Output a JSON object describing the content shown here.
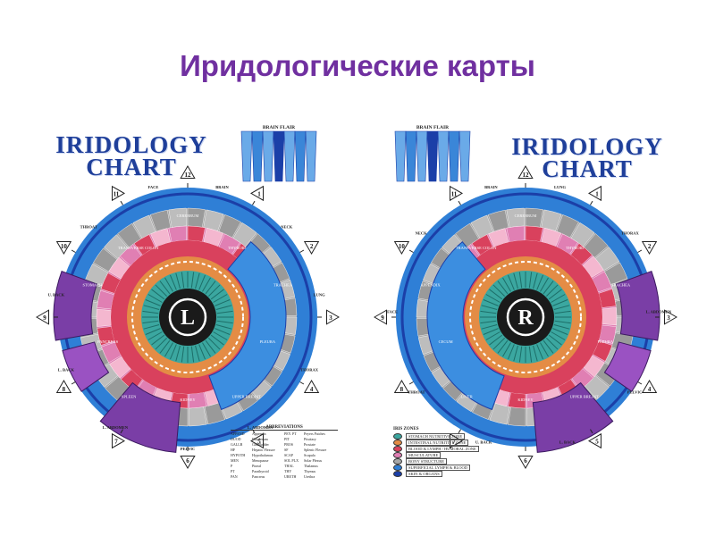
{
  "slide": {
    "title": "Иридологические карты"
  },
  "left_chart": {
    "title_line1": "IRIDOLOGY",
    "title_line2": "CHART",
    "eye_letter": "L",
    "brain_flair": "BRAIN FLAIR",
    "zone_numbers": [
      "12",
      "1",
      "2",
      "3",
      "4",
      "5",
      "6",
      "7",
      "8",
      "9",
      "10",
      "11"
    ],
    "outer_labels": [
      "BRAIN",
      "NECK",
      "LUNG",
      "THORAX",
      "L. ABDOMEN",
      "PELVIC",
      "L. ABDOMEN",
      "L. BACK",
      "U. BACK",
      "THROAT",
      "FACE"
    ],
    "inner_labels": [
      "CEREBRUM",
      "THYROID",
      "TRACHEA",
      "PLEURA",
      "UPPER BREAST",
      "KIDNEY",
      "SPLEEN",
      "PANCREAS",
      "STOMACH",
      "TRANSVERSE COLON"
    ]
  },
  "right_chart": {
    "title_line1": "IRIDOLOGY",
    "title_line2": "CHART",
    "eye_letter": "R",
    "brain_flair": "BRAIN FLAIR",
    "zone_numbers": [
      "12",
      "1",
      "2",
      "3",
      "4",
      "5",
      "6",
      "7",
      "8",
      "9",
      "10",
      "11"
    ],
    "outer_labels": [
      "BRAIN",
      "NECK",
      "FACE",
      "THROAT",
      "U. BACK",
      "L. BACK",
      "PELVIC",
      "L. ABDOMEN",
      "THORAX",
      "LUNG"
    ],
    "inner_labels": [
      "CEREBRUM",
      "THYROID",
      "TRACHEA",
      "PLEURA",
      "UPPER BREAST",
      "KIDNEY",
      "LIVER",
      "CECUM",
      "APPENDIX",
      "TRANSVERSE COLON"
    ]
  },
  "abbreviations": {
    "heading": "ABBREVIATIONS",
    "rows": [
      [
        "APPEND",
        "Appendix",
        "PEY. PT",
        "Peyers Patches"
      ],
      [
        "DUOD",
        "Duodenum",
        "PIT",
        "Pituitary"
      ],
      [
        "GALLB",
        "Gallbladder",
        "PROS",
        "Prostate"
      ],
      [
        "HF",
        "Hepatic Flexure",
        "SF",
        "Splenic Flexure"
      ],
      [
        "HYPOTH",
        "Hypothalamus",
        "SCAP",
        "Scapula"
      ],
      [
        "MEN",
        "Menopause",
        "SOL PLX",
        "Solar Plexus"
      ],
      [
        "P",
        "Pineal",
        "THAL",
        "Thalamus"
      ],
      [
        "PT",
        "Parathyroid",
        "THY",
        "Thymus"
      ],
      [
        "PAN",
        "Pancreas",
        "URETH",
        "Urethra"
      ]
    ]
  },
  "iris_zones": {
    "heading": "IRIS ZONES",
    "items": [
      {
        "label": "STOMACH NUTRITIVE ZONE",
        "color": "#3ba7a0"
      },
      {
        "label": "INTESTINAL NUTRITIVE ZONE",
        "color": "#e48c45"
      },
      {
        "label": "BLOOD & LYMPH / HUMORAL ZONE",
        "color": "#d9415d"
      },
      {
        "label": "MUSCULATURE",
        "color": "#e07fb3"
      },
      {
        "label": "BONY STRUCTURE",
        "color": "#a8a8a8"
      },
      {
        "label": "SUPERFICIAL LYMPH & BLOOD",
        "color": "#2f7fd6"
      },
      {
        "label": "SKIN & ORGANS",
        "color": "#1b3fa8"
      }
    ]
  },
  "colors": {
    "title": "#7030a0",
    "chart_title": "#1f3f9a",
    "outer_blue": "#2f7fd6",
    "dark_blue": "#1b3fa8",
    "grey": "#a8a8a8",
    "red": "#d9415d",
    "pink": "#e07fb3",
    "light_pink": "#f4b7cf",
    "orange": "#e48c45",
    "teal": "#3ba7a0",
    "purple": "#7a3ea6",
    "pupil": "#1a1a1a"
  }
}
